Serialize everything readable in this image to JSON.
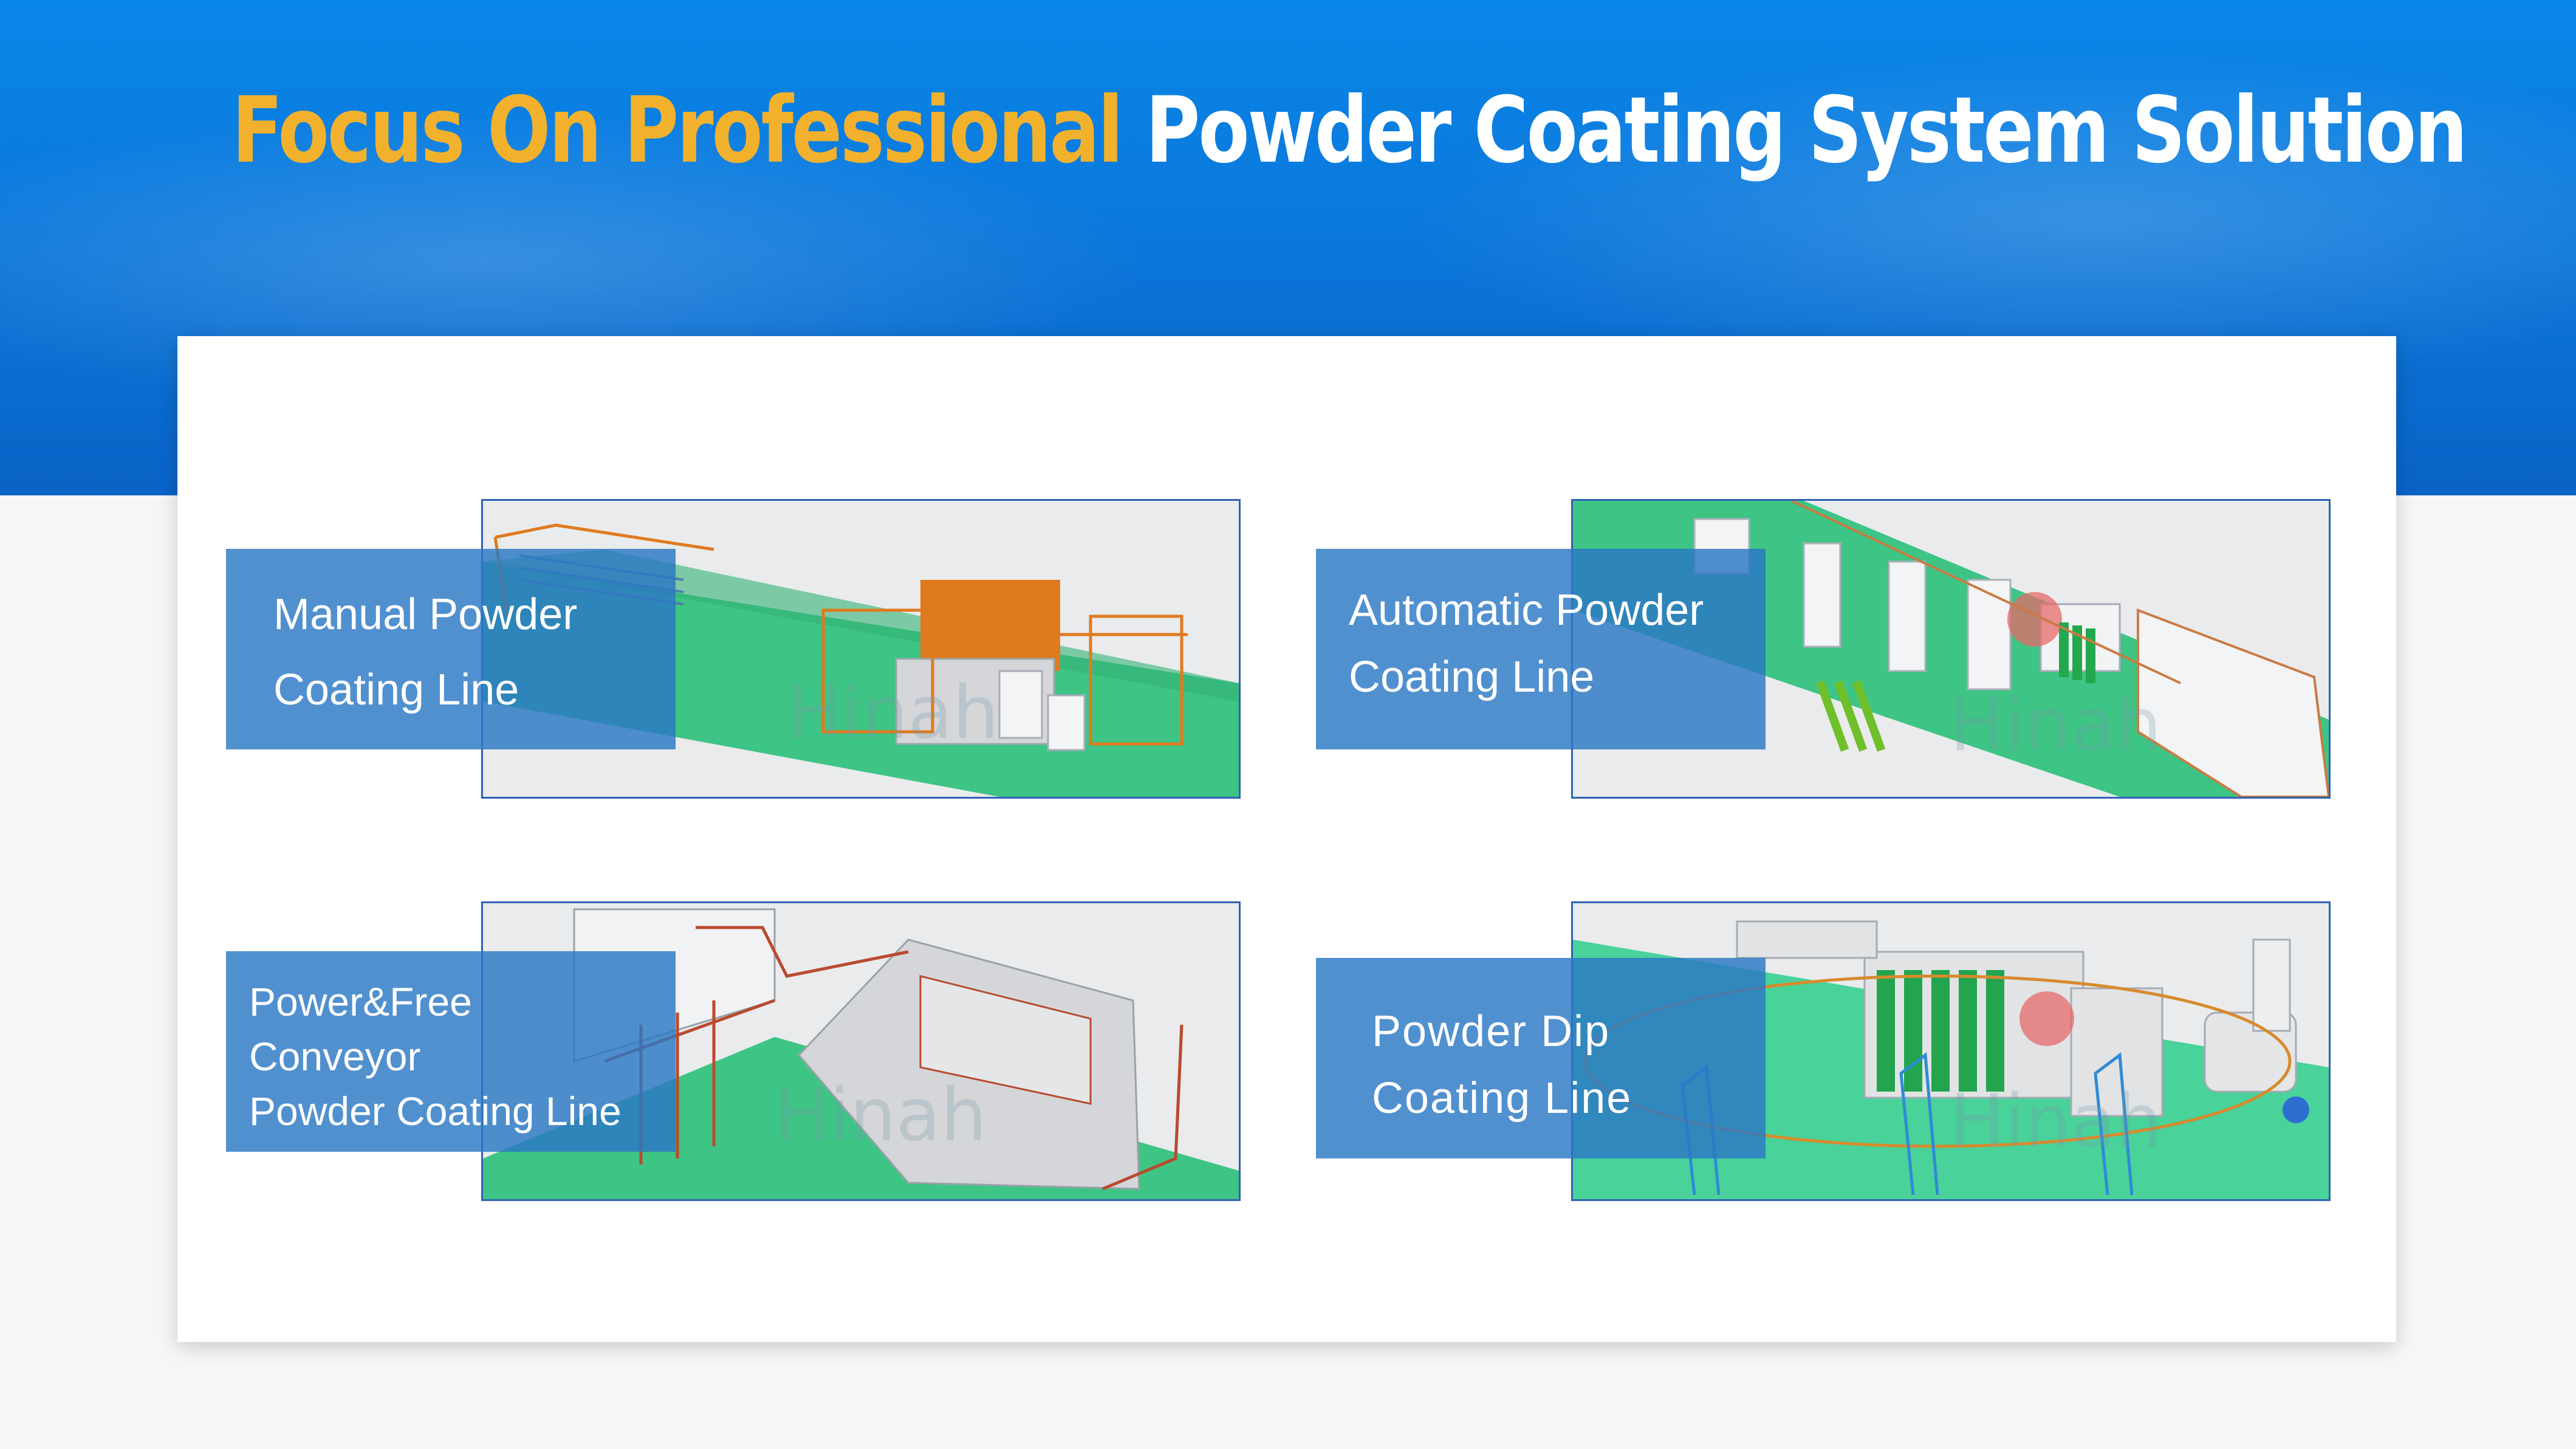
{
  "header": {
    "title_accent": "Focus On Professional",
    "title_main": "Powder Coating System Solution"
  },
  "colors": {
    "banner_blue": "#0b78dc",
    "title_accent": "#f2b12c",
    "card_label_bg": "#2b78c4",
    "card_border": "#2f62b4",
    "floor_green": "#3ec485",
    "frame_orange": "#e07a1f"
  },
  "cards": [
    {
      "lines": [
        "Manual Powder",
        "Coating Line"
      ],
      "watermark": "Hinah"
    },
    {
      "lines": [
        "Automatic Powder",
        "Coating Line"
      ],
      "watermark": "Hinah"
    },
    {
      "lines": [
        "Power&Free",
        "Conveyor",
        "Powder Coating Line"
      ],
      "watermark": "Hinah"
    },
    {
      "lines": [
        "Powder Dip",
        "Coating Line"
      ],
      "watermark": "Hinah"
    }
  ]
}
